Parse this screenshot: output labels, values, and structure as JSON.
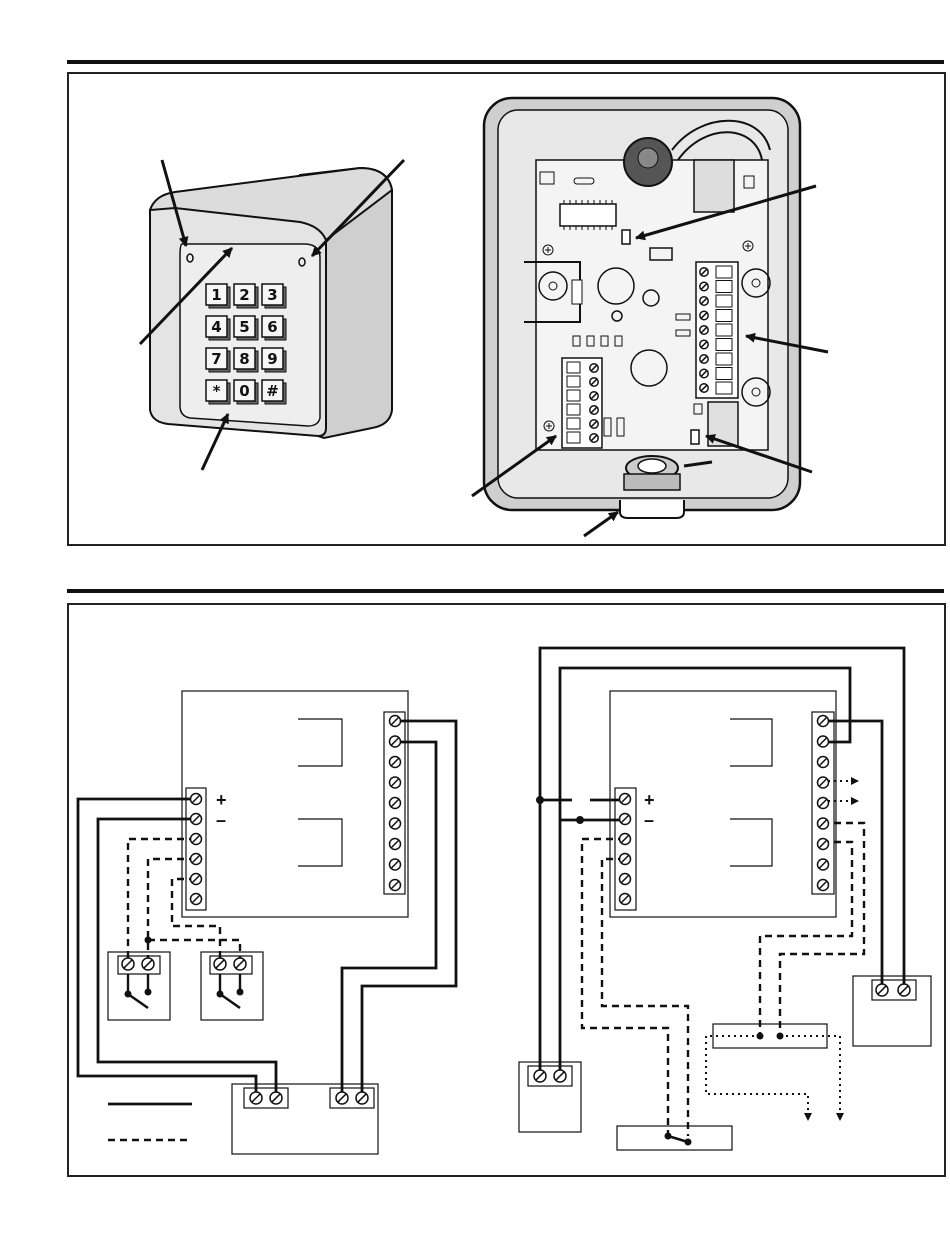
{
  "keypad": {
    "keys": [
      "1",
      "2",
      "3",
      "4",
      "5",
      "6",
      "7",
      "8",
      "9",
      "*",
      "0",
      "#"
    ]
  },
  "wiring": {
    "polarity": {
      "plus": "+",
      "minus": "–"
    }
  },
  "colors": {
    "line": "#111111",
    "housing": "#d9d9d9",
    "board": "#e6e6e6",
    "background": "#ffffff"
  }
}
